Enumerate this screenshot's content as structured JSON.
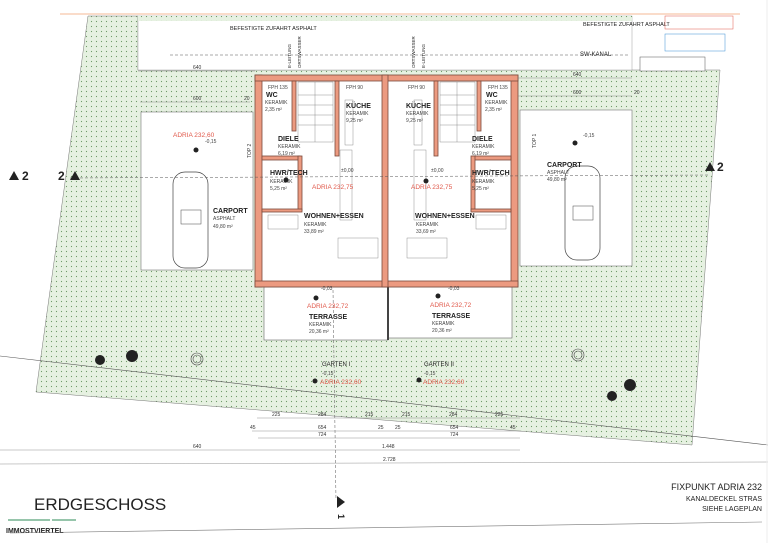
{
  "sheet": {
    "title": "ERDGESCHOSS",
    "brand": "IMMOSTVIERTEL",
    "fixpunkt": {
      "title": "FIXPUNKT ADRIA 232",
      "line1": "KANALDECKEL STRAS",
      "line2": "SIEHE LAGEPLAN"
    }
  },
  "site": {
    "access_left": "BEFESTIGTE ZUFAHRT ASPHALT",
    "access_right": "BEFESTIGTE ZUFAHRT ASPHALT",
    "sewer": "SW-KANAL",
    "e_line": "E-LEITUNG",
    "water": "ORTSWASSER",
    "e_line_2": "E-LEITUNG",
    "water_2": "ORTSWASSER",
    "section_2": "2",
    "section_1": "1"
  },
  "unit_left": {
    "top": "TOP 2",
    "wc": {
      "name": "WC",
      "floor": "KERAMIK",
      "area": "2,35 m²",
      "window": "FPH 135"
    },
    "kitchen": {
      "name": "KÜCHE",
      "floor": "KERAMIK",
      "area": "9,25 m²",
      "window": "FPH 90"
    },
    "hall": {
      "name": "DIELE",
      "floor": "KERAMIK",
      "area": "6,19 m²"
    },
    "utility": {
      "name": "HWR/TECH",
      "floor": "KERAMIK",
      "area": "5,25 m²"
    },
    "living": {
      "name": "WOHNEN+ESSEN",
      "floor": "KERAMIK",
      "area": "33,89 m²"
    },
    "terrace": {
      "name": "TERRASSE",
      "floor": "KERAMIK",
      "area": "20,36 m²"
    },
    "carport": {
      "name": "CARPORT",
      "floor": "ASPHALT",
      "area": "49,80 m²"
    },
    "garden": {
      "name": "GARTEN I",
      "level": "-0,15",
      "elevation": "ADRIA 232,60"
    },
    "elev_floor": "ADRIA 232,75",
    "elev_terrace": "ADRIA 232,72",
    "level_terrace": "-0,03",
    "elev_carport": "ADRIA 232,60",
    "level_carport": "-0,15",
    "level_floor": "±0,00"
  },
  "unit_right": {
    "top": "TOP 1",
    "wc": {
      "name": "WC",
      "floor": "KERAMIK",
      "area": "2,35 m²",
      "window": "FPH 135"
    },
    "kitchen": {
      "name": "KÜCHE",
      "floor": "KERAMIK",
      "area": "9,25 m²",
      "window": "FPH 90"
    },
    "hall": {
      "name": "DIELE",
      "floor": "KERAMIK",
      "area": "6,19 m²"
    },
    "utility": {
      "name": "HWR/TECH",
      "floor": "KERAMIK",
      "area": "5,25 m²"
    },
    "living": {
      "name": "WOHNEN+ESSEN",
      "floor": "KERAMIK",
      "area": "33,69 m²"
    },
    "terrace": {
      "name": "TERRASSE",
      "floor": "KERAMIK",
      "area": "20,36 m²"
    },
    "carport": {
      "name": "CARPORT",
      "floor": "ASPHALT",
      "area": "49,80 m²"
    },
    "garden": {
      "name": "GARTEN II",
      "level": "-0,15",
      "elevation": "ADRIA 232,60"
    },
    "elev_floor": "ADRIA 232,75",
    "elev_terrace": "ADRIA 232,72",
    "level_terrace": "-0,03",
    "level_carport": "-0,15",
    "level_floor": "±0,00"
  },
  "dimensions": {
    "top_left": [
      "640",
      "600",
      "20"
    ],
    "top_right": [
      "640",
      "600",
      "20"
    ],
    "row1": [
      "225",
      "284",
      "215",
      "215",
      "284",
      "225"
    ],
    "row2": [
      "45",
      "654",
      "25",
      "25",
      "654",
      "45"
    ],
    "row3": [
      "724",
      "724"
    ],
    "row4": [
      "640",
      "1.448"
    ],
    "row5": [
      "2.728"
    ]
  },
  "colors": {
    "wall": "#ec9a80",
    "garden": "#e4f0df",
    "elevation": "#e0584a",
    "note_blue": "#3a8fd6",
    "note_red": "#e0584a"
  }
}
